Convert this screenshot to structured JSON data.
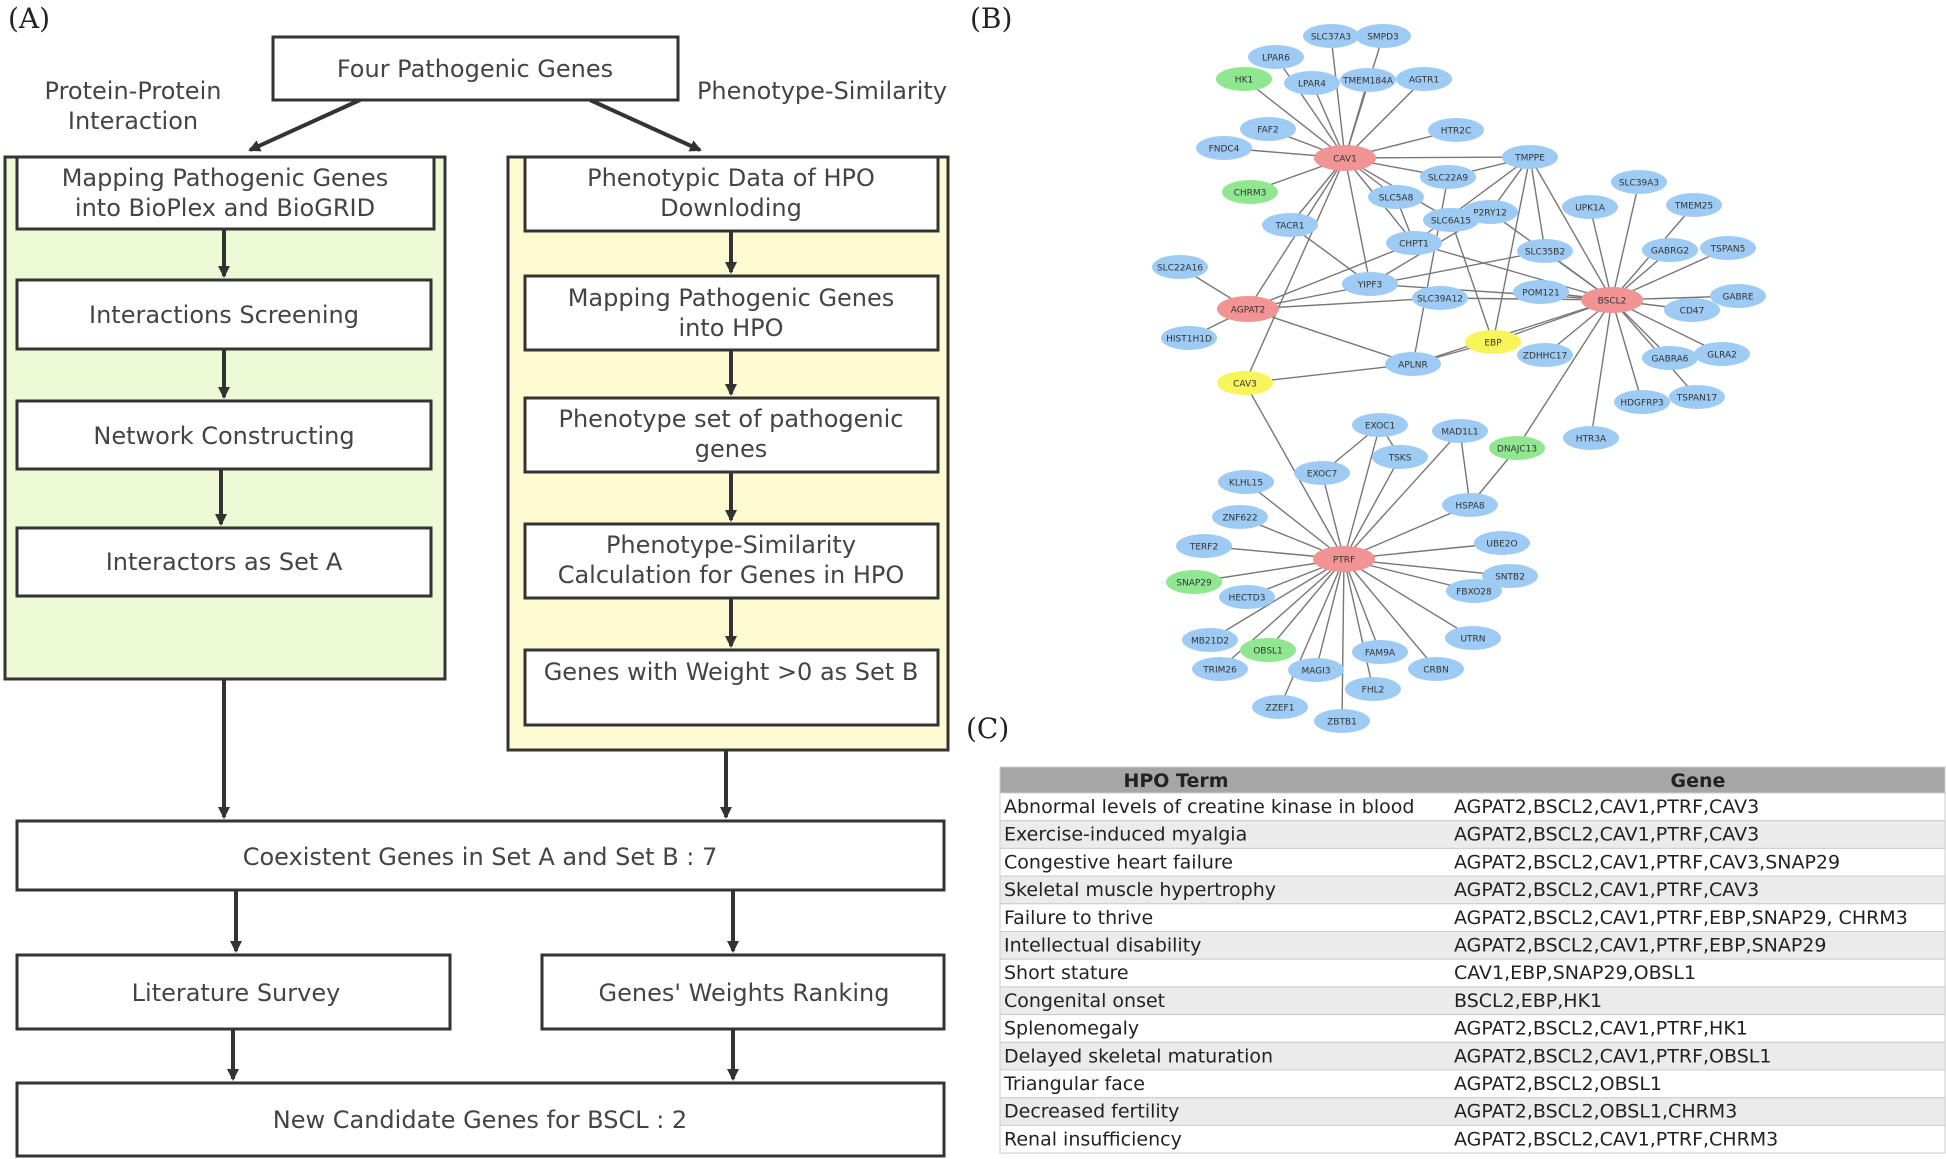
{
  "panel_a": {
    "label": "(A)",
    "top_box": "Four Pathogenic Genes",
    "left_branch": "Protein-Protein Interaction",
    "right_branch": "Phenotype-Similarity",
    "left_steps": [
      "Mapping Pathogenic Genes into BioPlex and BioGRID",
      "Interactions Screening",
      "Network Constructing",
      "Interactors as Set A"
    ],
    "right_steps": [
      "Phenotypic Data of HPO Downloding",
      "Mapping Pathogenic Genes into HPO",
      "Phenotype set of pathogenic genes",
      "Phenotype-Similarity Calculation for Genes in HPO",
      "Genes with Weight >0 as Set B"
    ],
    "coexistent": "Coexistent Genes in Set A and Set B : 7",
    "literature": "Literature Survey",
    "ranking": "Genes' Weights Ranking",
    "final": "New Candidate Genes for BSCL : 2",
    "colors": {
      "left_panel": "#eef9d6",
      "right_panel": "#fefbd3",
      "box_border": "#333333"
    }
  },
  "panel_b": {
    "label": "(B)",
    "node_colors": {
      "pathogenic": "#f29494",
      "candidate": "#f7f55a",
      "phenotype": "#8fe88f",
      "interactor": "#9ecbf4"
    },
    "nodes": [
      {
        "id": "SLC37A3",
        "type": "interactor"
      },
      {
        "id": "SMPD3",
        "type": "interactor"
      },
      {
        "id": "LPAR6",
        "type": "interactor"
      },
      {
        "id": "HK1",
        "type": "phenotype"
      },
      {
        "id": "LPAR4",
        "type": "interactor"
      },
      {
        "id": "TMEM184A",
        "type": "interactor"
      },
      {
        "id": "AGTR1",
        "type": "interactor"
      },
      {
        "id": "FAF2",
        "type": "interactor"
      },
      {
        "id": "FNDC4",
        "type": "interactor"
      },
      {
        "id": "CAV1",
        "type": "pathogenic"
      },
      {
        "id": "HTR2C",
        "type": "interactor"
      },
      {
        "id": "TMPPE",
        "type": "interactor"
      },
      {
        "id": "SLC22A9",
        "type": "interactor"
      },
      {
        "id": "SLC39A3",
        "type": "interactor"
      },
      {
        "id": "CHRM3",
        "type": "phenotype"
      },
      {
        "id": "SLC5A8",
        "type": "interactor"
      },
      {
        "id": "P2RY12",
        "type": "interactor"
      },
      {
        "id": "UPK1A",
        "type": "interactor"
      },
      {
        "id": "TMEM25",
        "type": "interactor"
      },
      {
        "id": "SLC6A15",
        "type": "interactor"
      },
      {
        "id": "TACR1",
        "type": "interactor"
      },
      {
        "id": "CHPT1",
        "type": "interactor"
      },
      {
        "id": "SLC35B2",
        "type": "interactor"
      },
      {
        "id": "GABRG2",
        "type": "interactor"
      },
      {
        "id": "TSPAN5",
        "type": "interactor"
      },
      {
        "id": "SLC22A16",
        "type": "interactor"
      },
      {
        "id": "YIPF3",
        "type": "interactor"
      },
      {
        "id": "POM121",
        "type": "interactor"
      },
      {
        "id": "BSCL2",
        "type": "pathogenic"
      },
      {
        "id": "GABRE",
        "type": "interactor"
      },
      {
        "id": "AGPAT2",
        "type": "pathogenic"
      },
      {
        "id": "SLC39A12",
        "type": "interactor"
      },
      {
        "id": "CD47",
        "type": "interactor"
      },
      {
        "id": "HIST1H1D",
        "type": "interactor"
      },
      {
        "id": "EBP",
        "type": "candidate"
      },
      {
        "id": "ZDHHC17",
        "type": "interactor"
      },
      {
        "id": "APLNR",
        "type": "interactor"
      },
      {
        "id": "GABRA6",
        "type": "interactor"
      },
      {
        "id": "GLRA2",
        "type": "interactor"
      },
      {
        "id": "CAV3",
        "type": "candidate"
      },
      {
        "id": "HDGFRP3",
        "type": "interactor"
      },
      {
        "id": "TSPAN17",
        "type": "interactor"
      },
      {
        "id": "EXOC1",
        "type": "interactor"
      },
      {
        "id": "MAD1L1",
        "type": "interactor"
      },
      {
        "id": "HTR3A",
        "type": "interactor"
      },
      {
        "id": "DNAJC13",
        "type": "phenotype"
      },
      {
        "id": "TSKS",
        "type": "interactor"
      },
      {
        "id": "KLHL15",
        "type": "interactor"
      },
      {
        "id": "EXOC7",
        "type": "interactor"
      },
      {
        "id": "HSPA8",
        "type": "interactor"
      },
      {
        "id": "ZNF622",
        "type": "interactor"
      },
      {
        "id": "TERF2",
        "type": "interactor"
      },
      {
        "id": "UBE2O",
        "type": "interactor"
      },
      {
        "id": "PTRF",
        "type": "pathogenic"
      },
      {
        "id": "SNAP29",
        "type": "phenotype"
      },
      {
        "id": "SNTB2",
        "type": "interactor"
      },
      {
        "id": "HECTD3",
        "type": "interactor"
      },
      {
        "id": "FBXO28",
        "type": "interactor"
      },
      {
        "id": "MB21D2",
        "type": "interactor"
      },
      {
        "id": "OBSL1",
        "type": "phenotype"
      },
      {
        "id": "UTRN",
        "type": "interactor"
      },
      {
        "id": "FAM9A",
        "type": "interactor"
      },
      {
        "id": "TRIM26",
        "type": "interactor"
      },
      {
        "id": "MAGI3",
        "type": "interactor"
      },
      {
        "id": "CRBN",
        "type": "interactor"
      },
      {
        "id": "FHL2",
        "type": "interactor"
      },
      {
        "id": "ZZEF1",
        "type": "interactor"
      },
      {
        "id": "ZBTB1",
        "type": "interactor"
      }
    ],
    "edges": [
      [
        "CAV1",
        "SLC37A3"
      ],
      [
        "CAV1",
        "SMPD3"
      ],
      [
        "CAV1",
        "LPAR6"
      ],
      [
        "CAV1",
        "HK1"
      ],
      [
        "CAV1",
        "LPAR4"
      ],
      [
        "CAV1",
        "TMEM184A"
      ],
      [
        "CAV1",
        "AGTR1"
      ],
      [
        "CAV1",
        "FAF2"
      ],
      [
        "CAV1",
        "FNDC4"
      ],
      [
        "CAV1",
        "CHRM3"
      ],
      [
        "CAV1",
        "HTR2C"
      ],
      [
        "CAV1",
        "SLC22A9"
      ],
      [
        "CAV1",
        "TMPPE"
      ],
      [
        "CAV1",
        "SLC5A8"
      ],
      [
        "CAV1",
        "TACR1"
      ],
      [
        "CAV1",
        "CHPT1"
      ],
      [
        "CAV1",
        "YIPF3"
      ],
      [
        "CAV1",
        "AGPAT2"
      ],
      [
        "CAV1",
        "SLC6A15"
      ],
      [
        "CAV1",
        "CAV3"
      ],
      [
        "BSCL2",
        "TMPPE"
      ],
      [
        "BSCL2",
        "SLC39A3"
      ],
      [
        "BSCL2",
        "UPK1A"
      ],
      [
        "BSCL2",
        "TMEM25"
      ],
      [
        "BSCL2",
        "GABRG2"
      ],
      [
        "BSCL2",
        "TSPAN5"
      ],
      [
        "BSCL2",
        "GABRE"
      ],
      [
        "BSCL2",
        "CD47"
      ],
      [
        "BSCL2",
        "GLRA2"
      ],
      [
        "BSCL2",
        "GABRA6"
      ],
      [
        "BSCL2",
        "TSPAN17"
      ],
      [
        "BSCL2",
        "HDGFRP3"
      ],
      [
        "BSCL2",
        "HTR3A"
      ],
      [
        "BSCL2",
        "ZDHHC17"
      ],
      [
        "BSCL2",
        "POM121"
      ],
      [
        "BSCL2",
        "SLC35B2"
      ],
      [
        "BSCL2",
        "EBP"
      ],
      [
        "BSCL2",
        "APLNR"
      ],
      [
        "BSCL2",
        "SLC39A12"
      ],
      [
        "BSCL2",
        "CHPT1"
      ],
      [
        "BSCL2",
        "P2RY12"
      ],
      [
        "BSCL2",
        "DNAJC13"
      ],
      [
        "BSCL2",
        "YIPF3"
      ],
      [
        "AGPAT2",
        "SLC22A16"
      ],
      [
        "AGPAT2",
        "HIST1H1D"
      ],
      [
        "AGPAT2",
        "SLC39A12"
      ],
      [
        "AGPAT2",
        "CHPT1"
      ],
      [
        "AGPAT2",
        "APLNR"
      ],
      [
        "AGPAT2",
        "SLC35B2"
      ],
      [
        "TMPPE",
        "SLC22A9"
      ],
      [
        "TMPPE",
        "P2RY12"
      ],
      [
        "TMPPE",
        "SLC35B2"
      ],
      [
        "TMPPE",
        "CHPT1"
      ],
      [
        "TMPPE",
        "EBP"
      ],
      [
        "SLC22A9",
        "APLNR"
      ],
      [
        "P2RY12",
        "YIPF3"
      ],
      [
        "SLC6A15",
        "EBP"
      ],
      [
        "SLC5A8",
        "CHPT1"
      ],
      [
        "TACR1",
        "YIPF3"
      ],
      [
        "APLNR",
        "EBP"
      ],
      [
        "APLNR",
        "CAV3"
      ],
      [
        "CAV3",
        "PTRF"
      ],
      [
        "PTRF",
        "EXOC1"
      ],
      [
        "PTRF",
        "MAD1L1"
      ],
      [
        "PTRF",
        "TSKS"
      ],
      [
        "PTRF",
        "EXOC7"
      ],
      [
        "PTRF",
        "HSPA8"
      ],
      [
        "PTRF",
        "KLHL15"
      ],
      [
        "PTRF",
        "ZNF622"
      ],
      [
        "PTRF",
        "TERF2"
      ],
      [
        "PTRF",
        "UBE2O"
      ],
      [
        "PTRF",
        "SNAP29"
      ],
      [
        "PTRF",
        "SNTB2"
      ],
      [
        "PTRF",
        "HECTD3"
      ],
      [
        "PTRF",
        "FBXO28"
      ],
      [
        "PTRF",
        "MB21D2"
      ],
      [
        "PTRF",
        "OBSL1"
      ],
      [
        "PTRF",
        "UTRN"
      ],
      [
        "PTRF",
        "FAM9A"
      ],
      [
        "PTRF",
        "TRIM26"
      ],
      [
        "PTRF",
        "MAGI3"
      ],
      [
        "PTRF",
        "CRBN"
      ],
      [
        "PTRF",
        "FHL2"
      ],
      [
        "PTRF",
        "ZZEF1"
      ],
      [
        "PTRF",
        "ZBTB1"
      ],
      [
        "EXOC1",
        "EXOC7"
      ],
      [
        "MAD1L1",
        "HSPA8"
      ],
      [
        "HSPA8",
        "DNAJC13"
      ],
      [
        "EXOC1",
        "TSKS"
      ]
    ]
  },
  "panel_c": {
    "label": "(C)",
    "headers": [
      "HPO Term",
      "Gene"
    ],
    "rows": [
      [
        "Abnormal levels of creatine kinase in blood",
        "AGPAT2,BSCL2,CAV1,PTRF,CAV3"
      ],
      [
        "Exercise-induced myalgia",
        "AGPAT2,BSCL2,CAV1,PTRF,CAV3"
      ],
      [
        "Congestive heart failure",
        "AGPAT2,BSCL2,CAV1,PTRF,CAV3,SNAP29"
      ],
      [
        "Skeletal muscle hypertrophy",
        "AGPAT2,BSCL2,CAV1,PTRF,CAV3"
      ],
      [
        "Failure to thrive",
        "AGPAT2,BSCL2,CAV1,PTRF,EBP,SNAP29, CHRM3"
      ],
      [
        "Intellectual disability",
        "AGPAT2,BSCL2,CAV1,PTRF,EBP,SNAP29"
      ],
      [
        "Short stature",
        "CAV1,EBP,SNAP29,OBSL1"
      ],
      [
        "Congenital onset",
        "BSCL2,EBP,HK1"
      ],
      [
        "Splenomegaly",
        "AGPAT2,BSCL2,CAV1,PTRF,HK1"
      ],
      [
        "Delayed skeletal maturation",
        "AGPAT2,BSCL2,CAV1,PTRF,OBSL1"
      ],
      [
        "Triangular face",
        "AGPAT2,BSCL2,OBSL1"
      ],
      [
        "Decreased fertility",
        "AGPAT2,BSCL2,OBSL1,CHRM3"
      ],
      [
        "Renal insufficiency",
        "AGPAT2,BSCL2,CAV1,PTRF,CHRM3"
      ]
    ],
    "colors": {
      "header": "#a6a6a6",
      "row_odd": "#ffffff",
      "row_even": "#ebebeb",
      "border": "#cccccc"
    }
  }
}
